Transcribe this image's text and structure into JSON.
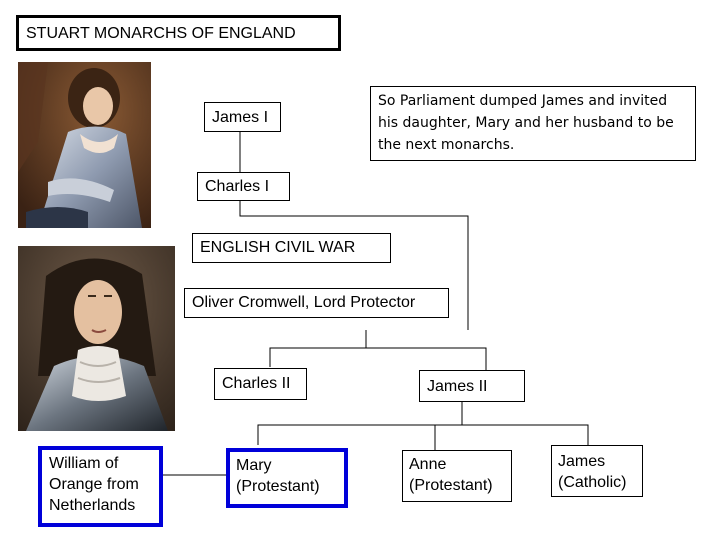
{
  "title": "STUART MONARCHS OF ENGLAND",
  "note": "So Parliament dumped James and invited his daughter, Mary and her husband to be the next monarchs.",
  "monarchs": {
    "james_i": "James I",
    "charles_i": "Charles I",
    "civil_war": "ENGLISH CIVIL WAR",
    "cromwell": "Oliver Cromwell, Lord Protector",
    "charles_ii": "Charles II",
    "james_ii": "James II",
    "william": "William of Orange from Netherlands",
    "mary": "Mary (Protestant)",
    "anne": "Anne (Protestant)",
    "james_catholic": "James (Catholic)"
  },
  "colors": {
    "highlight": "#0000d9",
    "line": "#000000"
  }
}
